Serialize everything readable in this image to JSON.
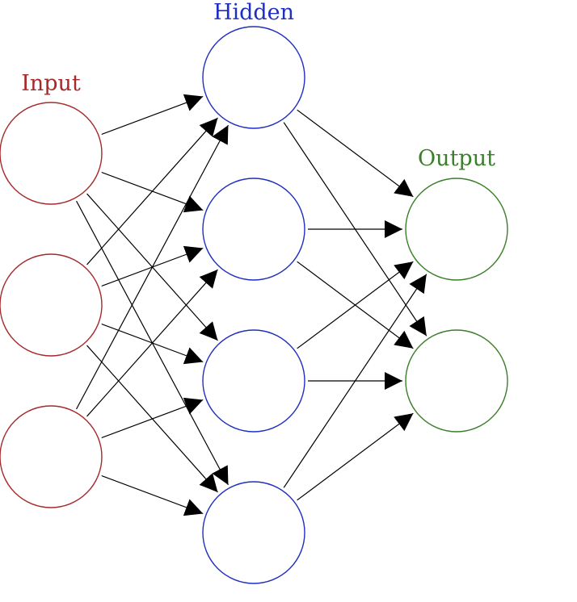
{
  "labels": {
    "input": "Input",
    "hidden": "Hidden",
    "output": "Output"
  },
  "colors": {
    "input": "#a52a2a",
    "hidden": "#1f2fbf",
    "output": "#3a7f2a",
    "edge": "#000000",
    "background": "#ffffff"
  },
  "layers": [
    {
      "name": "input",
      "node_count": 3
    },
    {
      "name": "hidden",
      "node_count": 4
    },
    {
      "name": "output",
      "node_count": 2
    }
  ],
  "connections": "fully-connected"
}
